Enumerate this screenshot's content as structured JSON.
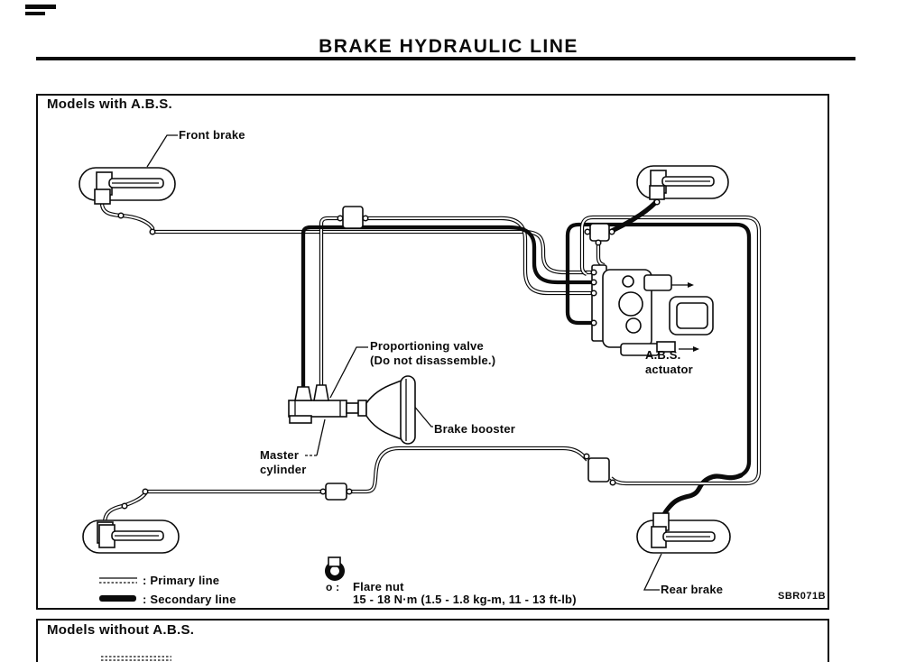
{
  "page": {
    "title": "BRAKE HYDRAULIC LINE",
    "figure_code": "SBR071B"
  },
  "sections": {
    "with_abs_heading": "Models with A.B.S.",
    "without_abs_heading": "Models without A.B.S."
  },
  "labels": {
    "front_brake": "Front brake",
    "rear_brake": "Rear brake",
    "master_cylinder_line1": "Master",
    "master_cylinder_line2": "cylinder",
    "proportioning_valve_line1": "Proportioning valve",
    "proportioning_valve_line2": "(Do not disassemble.)",
    "brake_booster": "Brake booster",
    "abs_actuator_line1": "A.B.S.",
    "abs_actuator_line2": "actuator"
  },
  "legend": {
    "primary": ": Primary line",
    "secondary": ": Secondary line",
    "flare_nut_prefix": "o :",
    "flare_nut_label": "Flare nut",
    "flare_nut_torque": "15 - 18 N·m (1.5 - 1.8 kg-m, 11 - 13 ft-lb)"
  },
  "icons": {
    "flare_nut_symbol": "wrench-icon"
  },
  "colors": {
    "ink": "#0b0b0b",
    "paper": "#ffffff"
  }
}
